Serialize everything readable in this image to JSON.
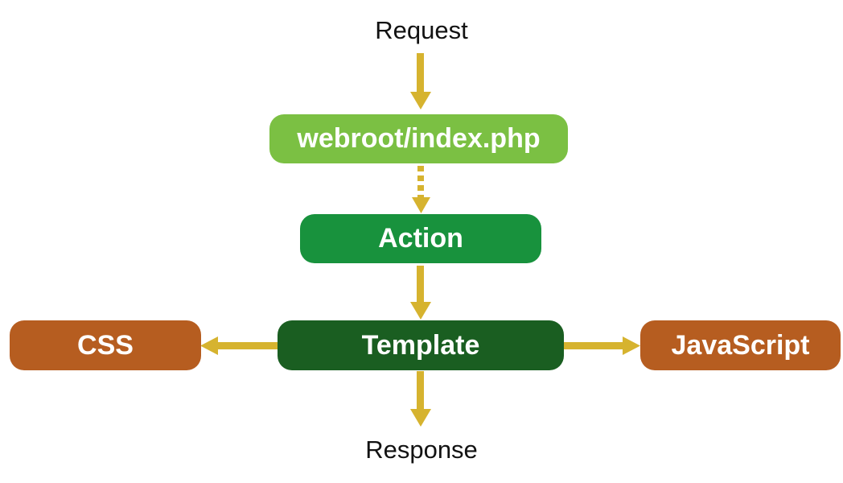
{
  "diagram": {
    "description": "Request lifecycle flow diagram",
    "nodes": {
      "request": {
        "label": "Request",
        "type": "text",
        "text_color": "#121212"
      },
      "webroot": {
        "label": "webroot/index.php",
        "type": "box",
        "fill": "#7bc043",
        "text_color": "#ffffff"
      },
      "action": {
        "label": "Action",
        "type": "box",
        "fill": "#18923d",
        "text_color": "#ffffff"
      },
      "template": {
        "label": "Template",
        "type": "box",
        "fill": "#1a5e21",
        "text_color": "#ffffff"
      },
      "css": {
        "label": "CSS",
        "type": "box",
        "fill": "#b65d20",
        "text_color": "#ffffff"
      },
      "javascript": {
        "label": "JavaScript",
        "type": "box",
        "fill": "#b65d20",
        "text_color": "#ffffff"
      },
      "response": {
        "label": "Response",
        "type": "text",
        "text_color": "#121212"
      }
    },
    "edges": [
      {
        "from": "request",
        "to": "webroot",
        "style": "solid",
        "direction": "down"
      },
      {
        "from": "webroot",
        "to": "action",
        "style": "dotted",
        "direction": "down"
      },
      {
        "from": "action",
        "to": "template",
        "style": "solid",
        "direction": "down"
      },
      {
        "from": "template",
        "to": "css",
        "style": "solid",
        "direction": "left"
      },
      {
        "from": "template",
        "to": "javascript",
        "style": "solid",
        "direction": "right"
      },
      {
        "from": "template",
        "to": "response",
        "style": "solid",
        "direction": "down"
      }
    ],
    "colors": {
      "arrow": "#d6b32f",
      "background": "#ffffff"
    }
  }
}
